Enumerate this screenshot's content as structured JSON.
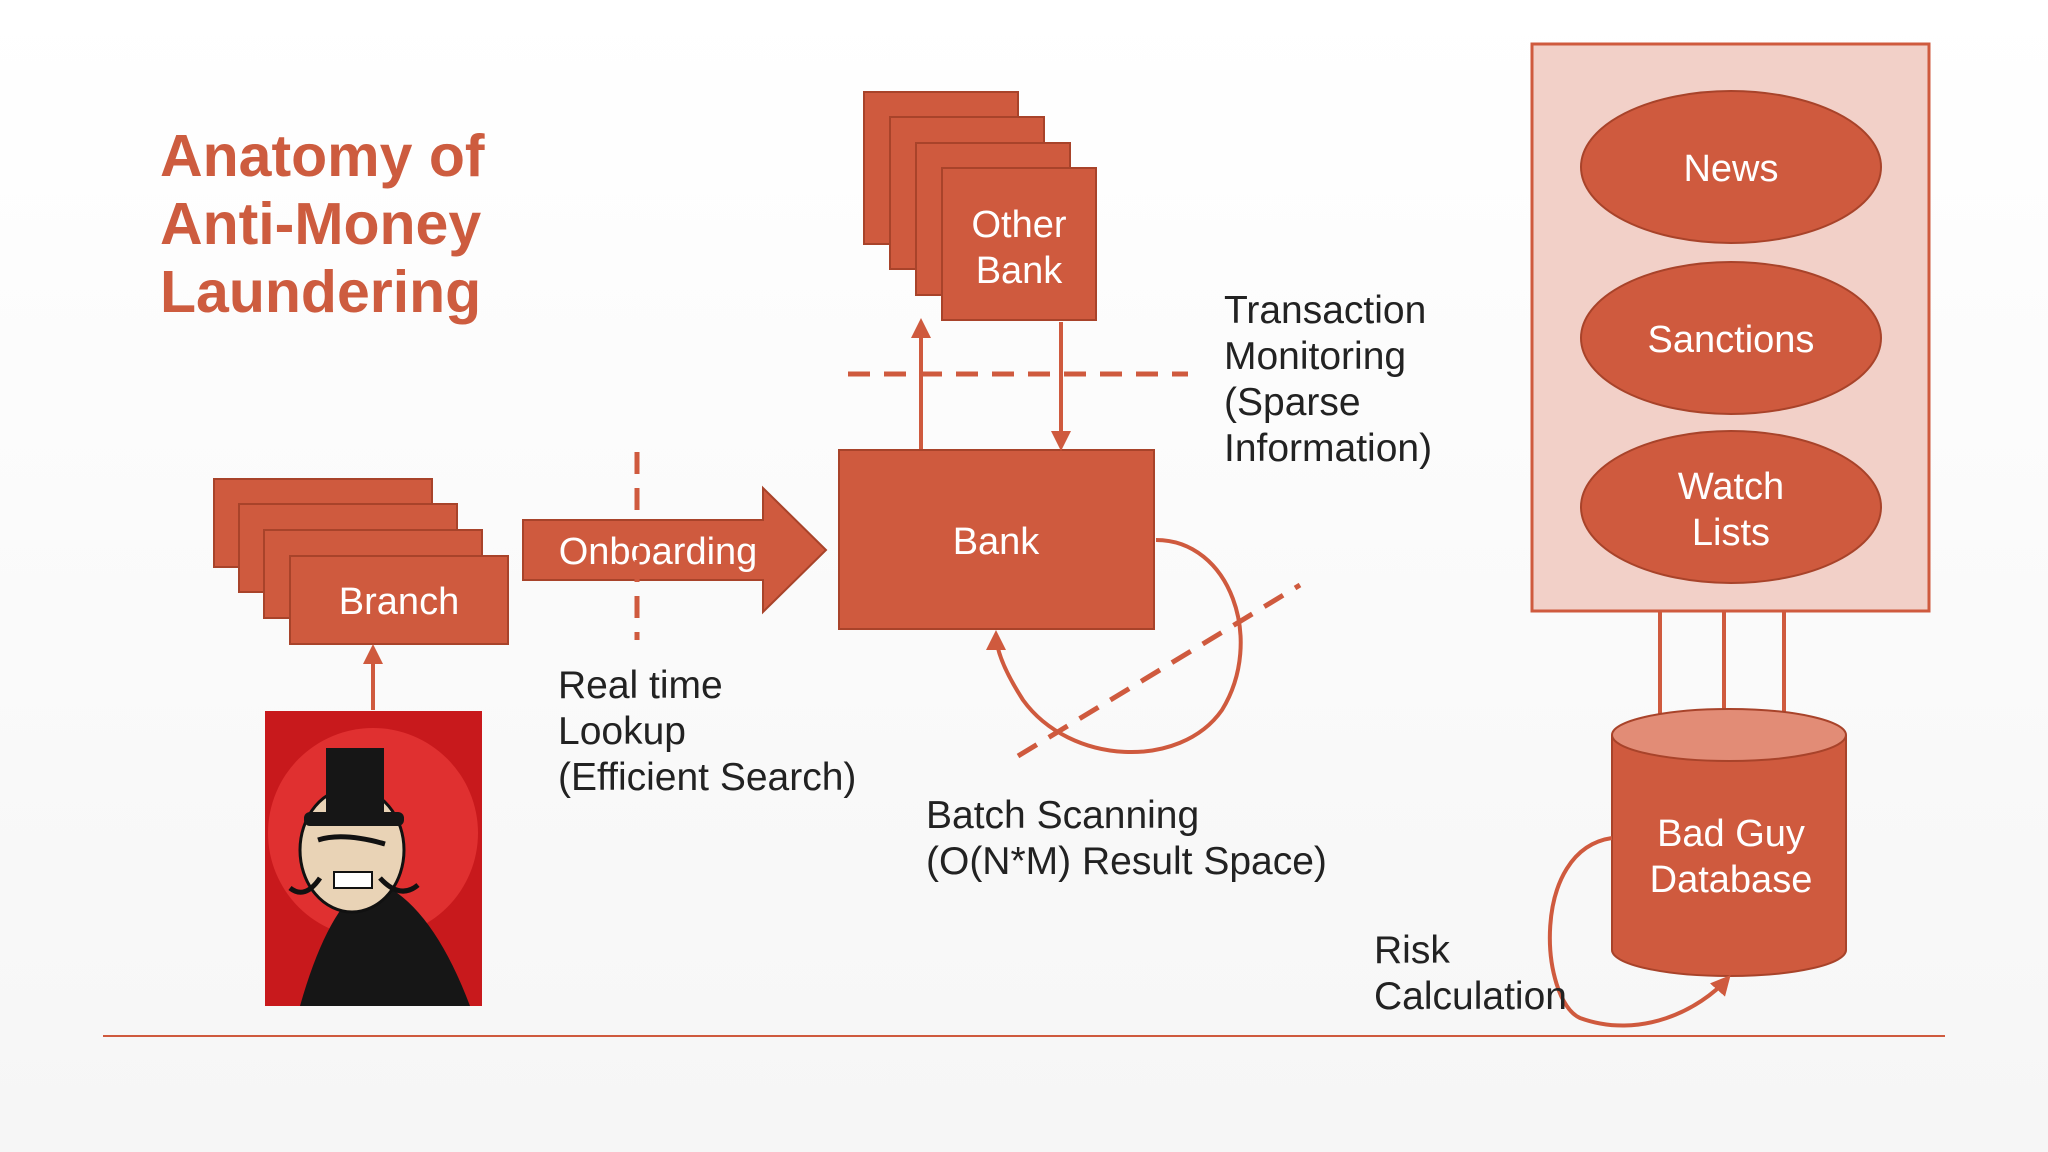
{
  "title": [
    "Anatomy of",
    "Anti-Money",
    "Laundering"
  ],
  "nodes": {
    "branch": "Branch",
    "onboarding": "Onboarding",
    "bank": "Bank",
    "other_bank": [
      "Other",
      "Bank"
    ],
    "news": "News",
    "sanctions": "Sanctions",
    "watch_lists": [
      "Watch",
      "Lists"
    ],
    "database": [
      "Bad Guy",
      "Database"
    ]
  },
  "labels": {
    "realtime": [
      "Real time",
      "Lookup",
      "(Efficient Search)"
    ],
    "transaction": [
      "Transaction",
      "Monitoring",
      "(Sparse",
      "Information)"
    ],
    "batch": [
      "Batch Scanning",
      "(O(N*M) Result Space)"
    ],
    "risk": [
      "Risk",
      "Calculation"
    ]
  },
  "villain_icon": "top-hat-villain-icon",
  "colors": {
    "accent": "#cf5a3e",
    "panel": "#f2d0c8"
  }
}
